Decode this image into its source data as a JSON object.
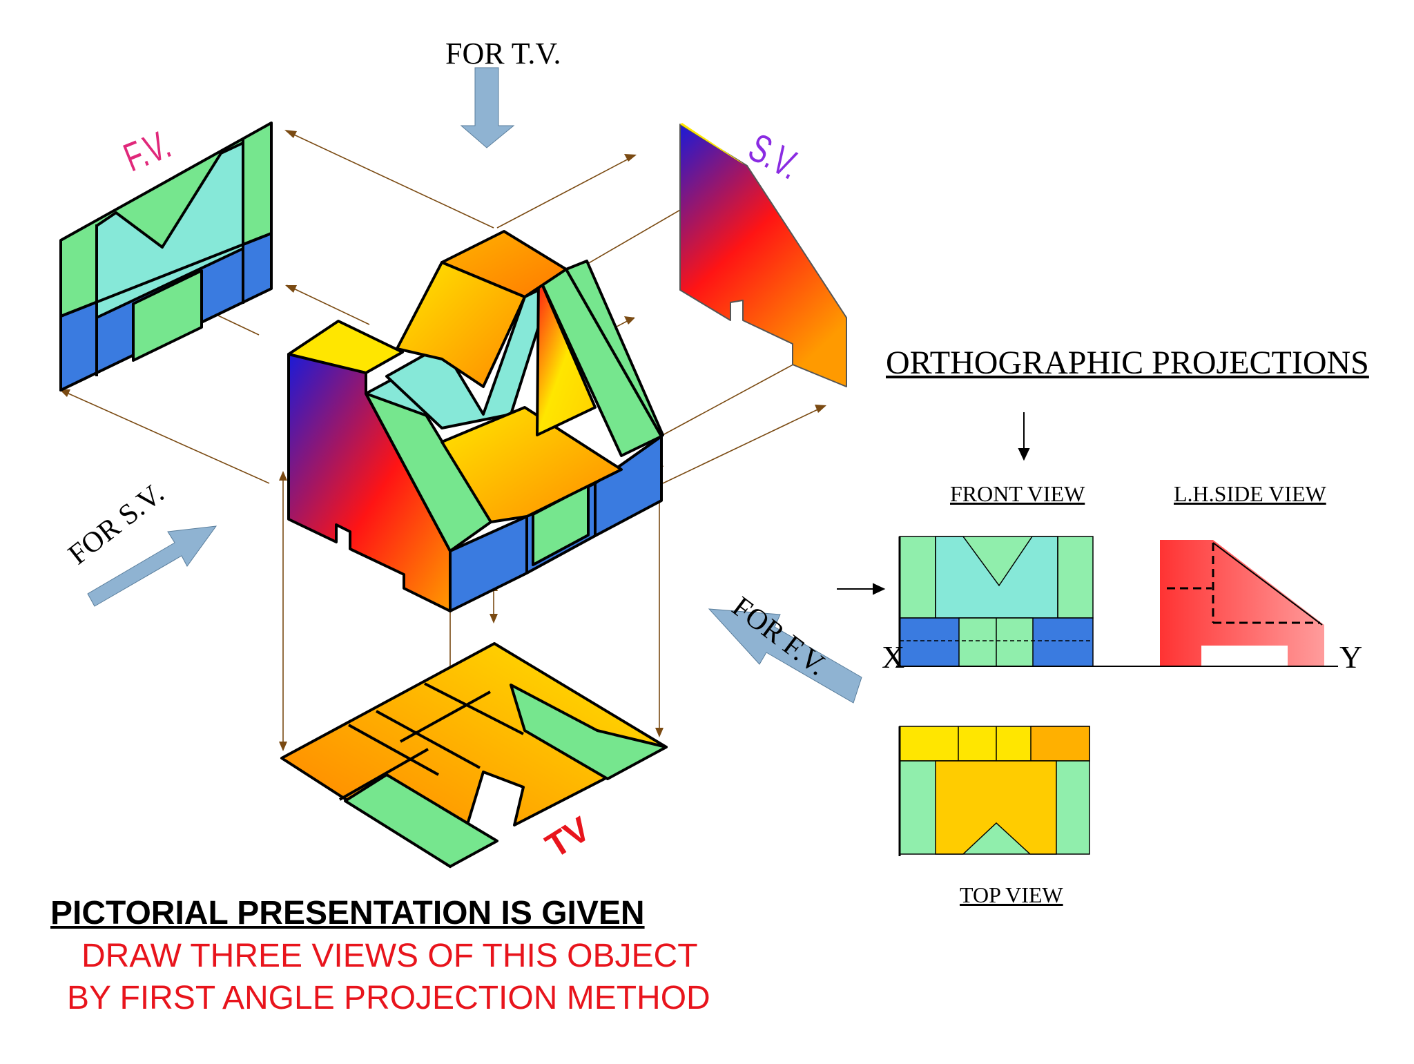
{
  "labels": {
    "for_tv": "FOR T.V.",
    "for_sv": "FOR S.V.",
    "for_fv": "FOR F.V.",
    "fv_tag": "F.V.",
    "sv_tag": "S.V.",
    "tv_tag": "TV"
  },
  "ortho": {
    "title": "ORTHOGRAPHIC PROJECTIONS",
    "front_view": "FRONT VIEW",
    "side_view": "L.H.SIDE VIEW",
    "top_view": "TOP VIEW",
    "x_label": "X",
    "y_label": "Y"
  },
  "caption": {
    "heading": "PICTORIAL PRESENTATION IS GIVEN",
    "line1": "DRAW THREE VIEWS OF THIS OBJECT",
    "line2": "BY FIRST ANGLE PROJECTION METHOD"
  },
  "colors": {
    "arrow_blue": "#8fb3d2",
    "projector_line": "#7a4a12",
    "caption_red": "#e8141c",
    "tag_magenta": "#e0287a",
    "tag_violet": "#8a2be2"
  }
}
